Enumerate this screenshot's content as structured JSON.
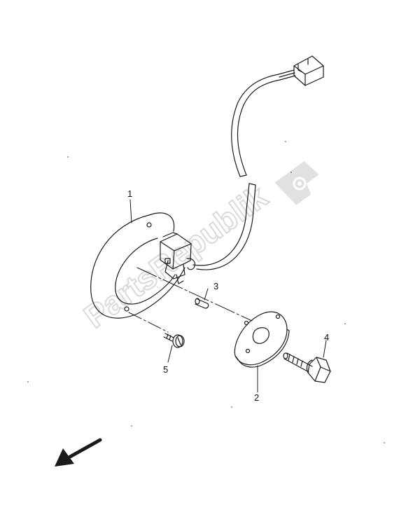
{
  "diagram": {
    "callouts": [
      {
        "id": "1",
        "label": "1"
      },
      {
        "id": "2",
        "label": "2"
      },
      {
        "id": "3",
        "label": "3"
      },
      {
        "id": "4",
        "label": "4"
      },
      {
        "id": "5",
        "label": "5"
      }
    ],
    "watermark": {
      "text": "PartsRepublik",
      "color": "#d9d9d9"
    },
    "line_color": "#1a1a1a"
  }
}
